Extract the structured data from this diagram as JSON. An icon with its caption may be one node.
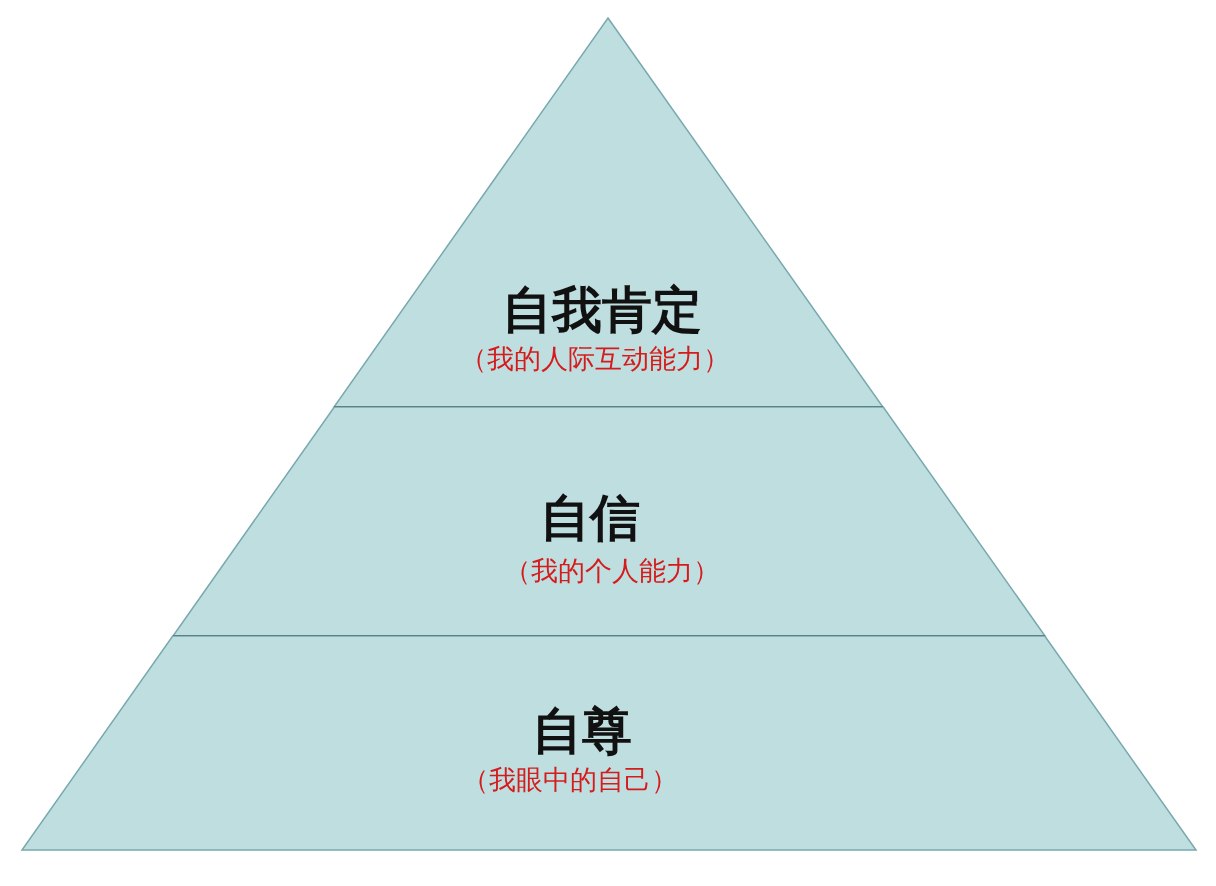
{
  "diagram": {
    "nodes": [
      {
        "text": [
          "自我肯定",
          "（我的人际互动能力）"
        ]
      },
      {
        "text": [
          "自信",
          "（我的个人能力）"
        ]
      },
      {
        "text": [
          "自尊",
          "（我眼中的自己）"
        ]
      }
    ]
  }
}
